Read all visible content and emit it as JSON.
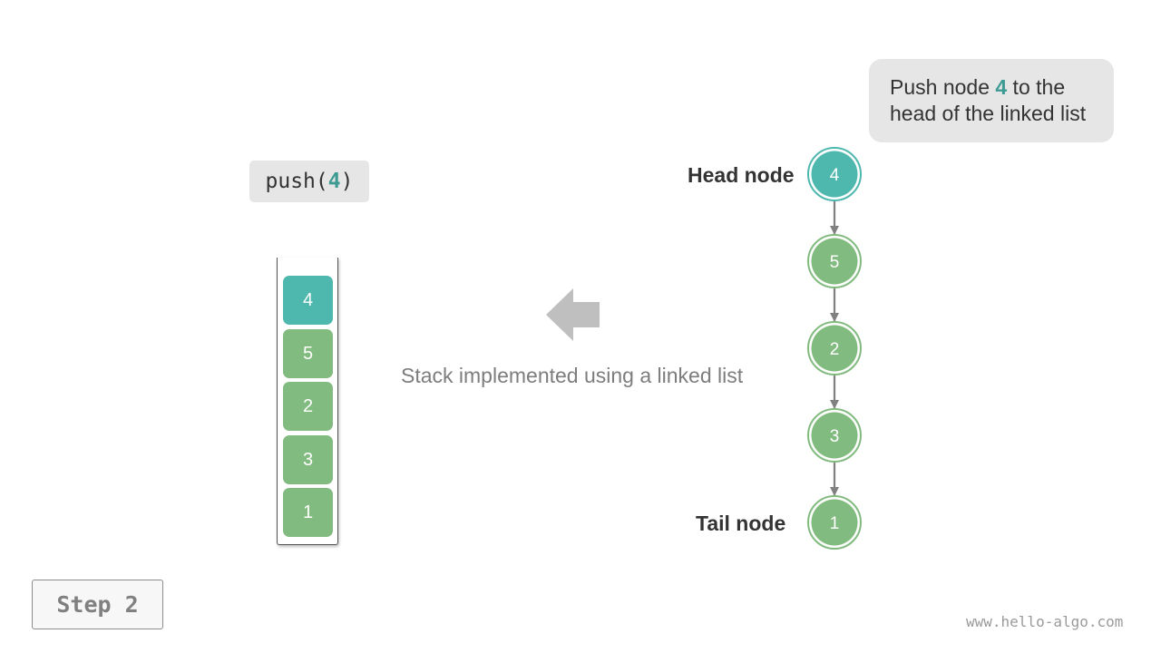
{
  "code": {
    "prefix": "push(",
    "value": "4",
    "suffix": ")"
  },
  "stack": {
    "cells": [
      {
        "value": "4",
        "state": "new"
      },
      {
        "value": "5",
        "state": "existing"
      },
      {
        "value": "2",
        "state": "existing"
      },
      {
        "value": "3",
        "state": "existing"
      },
      {
        "value": "1",
        "state": "existing"
      }
    ]
  },
  "caption": "Stack implemented using a linked list",
  "callout": {
    "line1_prefix": "Push node ",
    "line1_value": "4",
    "line1_suffix": " to the",
    "line2": "head of the linked list"
  },
  "linked_list": {
    "head_label": "Head node",
    "tail_label": "Tail node",
    "nodes": [
      {
        "value": "4",
        "state": "new"
      },
      {
        "value": "5",
        "state": "existing"
      },
      {
        "value": "2",
        "state": "existing"
      },
      {
        "value": "3",
        "state": "existing"
      },
      {
        "value": "1",
        "state": "existing"
      }
    ]
  },
  "step_button": "Step 2",
  "watermark": "www.hello-algo.com",
  "colors": {
    "teal": "#4fb8ae",
    "green": "#82bb7f",
    "arrow": "#bfbfbf",
    "link": "#808080"
  },
  "icons": {
    "direction_arrow": "left-arrow-icon"
  }
}
